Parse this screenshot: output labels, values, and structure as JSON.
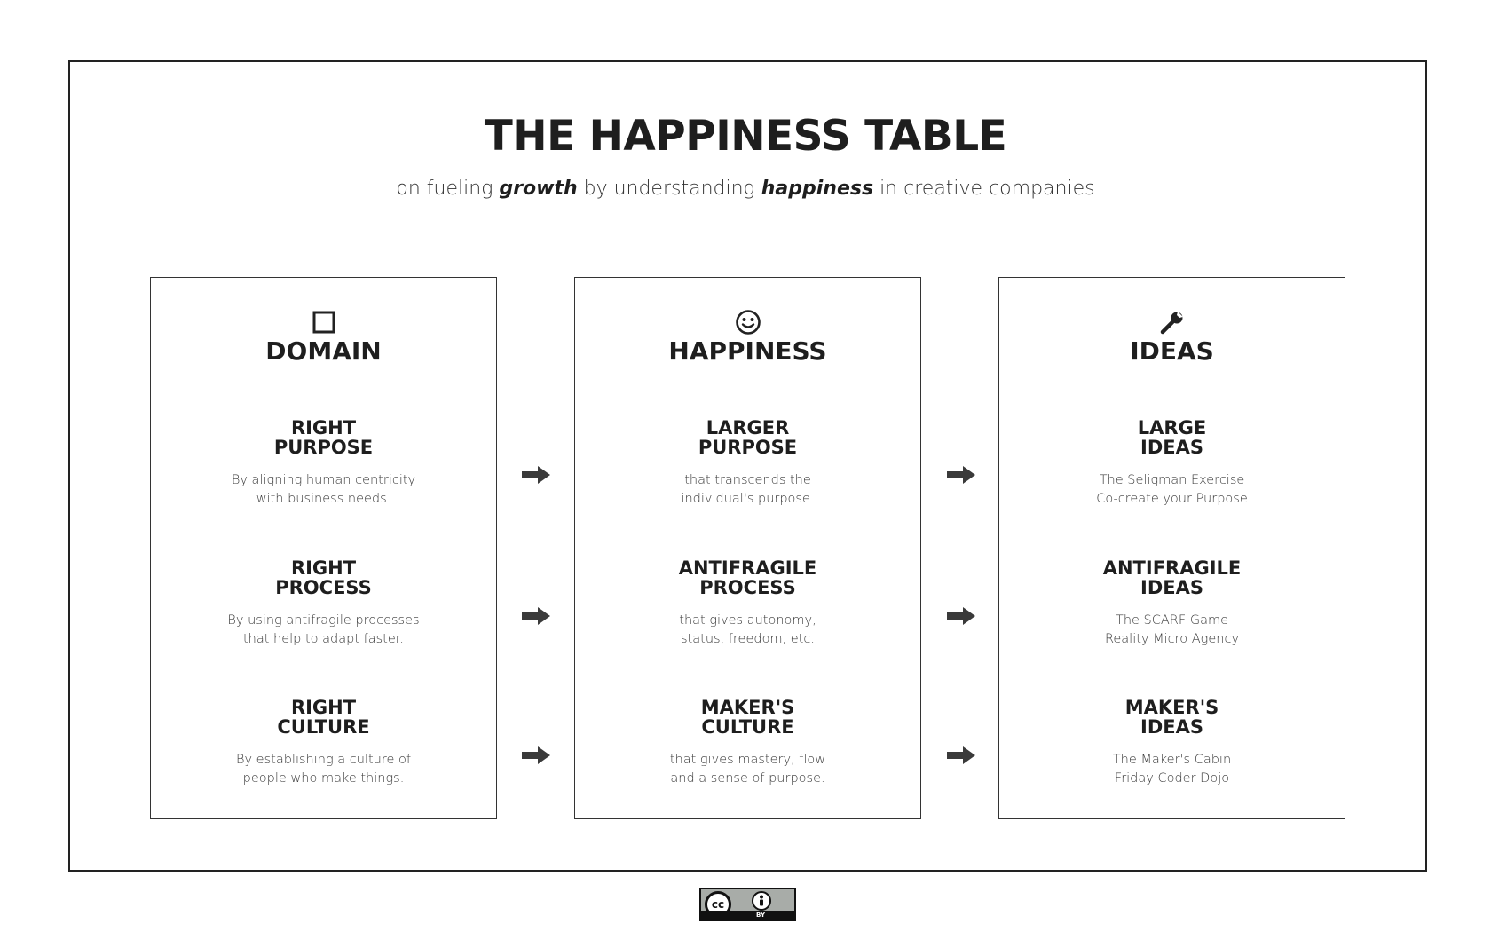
{
  "title": "THE HAPPINESS TABLE",
  "subtitle": {
    "part1": "on fueling ",
    "em1": "growth",
    "part2": " by understanding ",
    "em2": "happiness",
    "part3": " in creative companies"
  },
  "columns": [
    {
      "icon": "square-icon",
      "title": "DOMAIN",
      "sections": [
        {
          "heading": [
            "RIGHT",
            "PURPOSE"
          ],
          "text": [
            "By aligning human centricity",
            "with business needs."
          ]
        },
        {
          "heading": [
            "RIGHT",
            "PROCESS"
          ],
          "text": [
            "By using antifragile processes",
            "that help to adapt faster."
          ]
        },
        {
          "heading": [
            "RIGHT",
            "CULTURE"
          ],
          "text": [
            "By establishing a culture of",
            "people who make things."
          ]
        }
      ]
    },
    {
      "icon": "smiley-icon",
      "title": "HAPPINESS",
      "sections": [
        {
          "heading": [
            "LARGER",
            "PURPOSE"
          ],
          "text": [
            "that transcends the",
            "individual's purpose."
          ]
        },
        {
          "heading": [
            "ANTIFRAGILE",
            "PROCESS"
          ],
          "text": [
            "that gives autonomy,",
            "status, freedom, etc."
          ]
        },
        {
          "heading": [
            "MAKER'S",
            "CULTURE"
          ],
          "text": [
            "that gives mastery, flow",
            "and a sense of purpose."
          ]
        }
      ]
    },
    {
      "icon": "wrench-icon",
      "title": "IDEAS",
      "sections": [
        {
          "heading": [
            "LARGE",
            "IDEAS"
          ],
          "text": [
            "The Seligman Exercise",
            "Co-create your Purpose"
          ]
        },
        {
          "heading": [
            "ANTIFRAGILE",
            "IDEAS"
          ],
          "text": [
            "The SCARF Game",
            "Reality Micro Agency"
          ]
        },
        {
          "heading": [
            "MAKER'S",
            "IDEAS"
          ],
          "text": [
            "The Maker's Cabin",
            "Friday Coder Dojo"
          ]
        }
      ]
    }
  ],
  "arrow_icon": "right-arrow-icon",
  "license": {
    "icon": "creative-commons-by-icon",
    "cc_label": "cc",
    "by_label": "BY"
  }
}
